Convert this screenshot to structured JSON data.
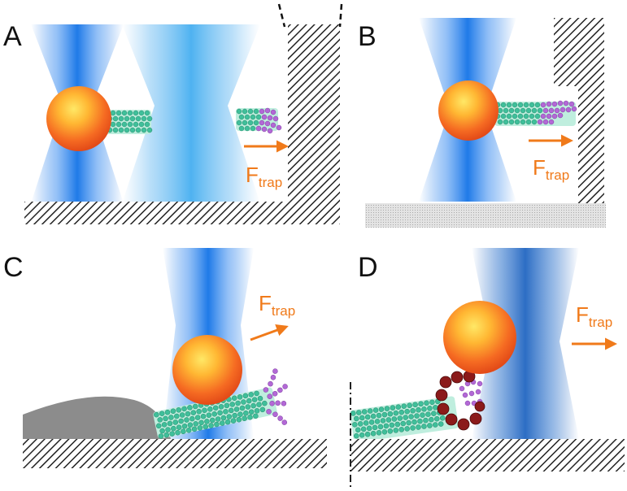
{
  "figure": {
    "panels": [
      {
        "id": "A",
        "label": "A",
        "force_label": "F",
        "force_subscript": "trap"
      },
      {
        "id": "B",
        "label": "B",
        "force_label": "F",
        "force_subscript": "trap"
      },
      {
        "id": "C",
        "label": "C",
        "force_label": "F",
        "force_subscript": "trap"
      },
      {
        "id": "D",
        "label": "D",
        "force_label": "F",
        "force_subscript": "trap"
      }
    ],
    "colors": {
      "laser_blue": "#1f7ae8",
      "laser_light": "#cfe6fb",
      "bead_center": "#ffd640",
      "bead_edge": "#e8541a",
      "force_arrow": "#f07a1a",
      "microtubule_green": "#3fbf9a",
      "microtubule_light": "#bfeede",
      "protofilament_purple": "#b368d6",
      "kinesin_ring": "#8b1a1a",
      "surface_hatch": "#222222",
      "cell_gray": "#8c8c8c"
    }
  }
}
